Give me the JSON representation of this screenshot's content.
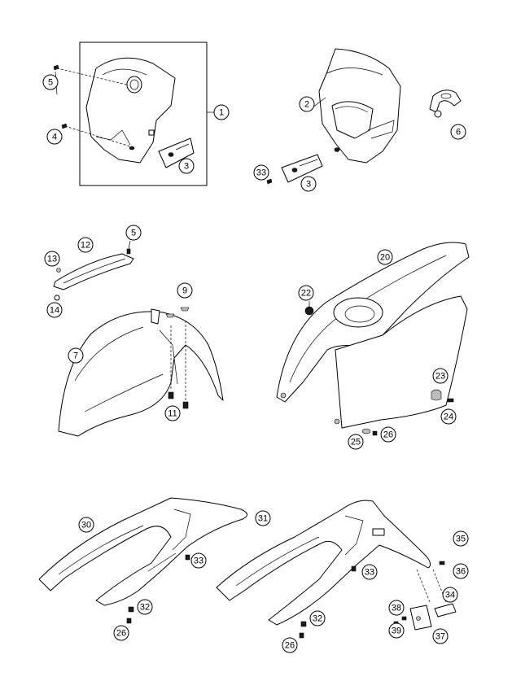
{
  "callouts": [
    "1",
    "2",
    "3",
    "3",
    "4",
    "5",
    "5",
    "6",
    "7",
    "9",
    "11",
    "12",
    "13",
    "14",
    "20",
    "22",
    "23",
    "24",
    "25",
    "26",
    "26",
    "26",
    "30",
    "31",
    "32",
    "32",
    "33",
    "33",
    "33",
    "34",
    "35",
    "36",
    "37",
    "38",
    "39"
  ],
  "icons": [
    "headlight-mask-icon",
    "mask-bracket-icon",
    "front-fender-icon",
    "rear-fender-icon",
    "side-panel-icon",
    "license-plate-holder-icon",
    "screw-icon"
  ]
}
